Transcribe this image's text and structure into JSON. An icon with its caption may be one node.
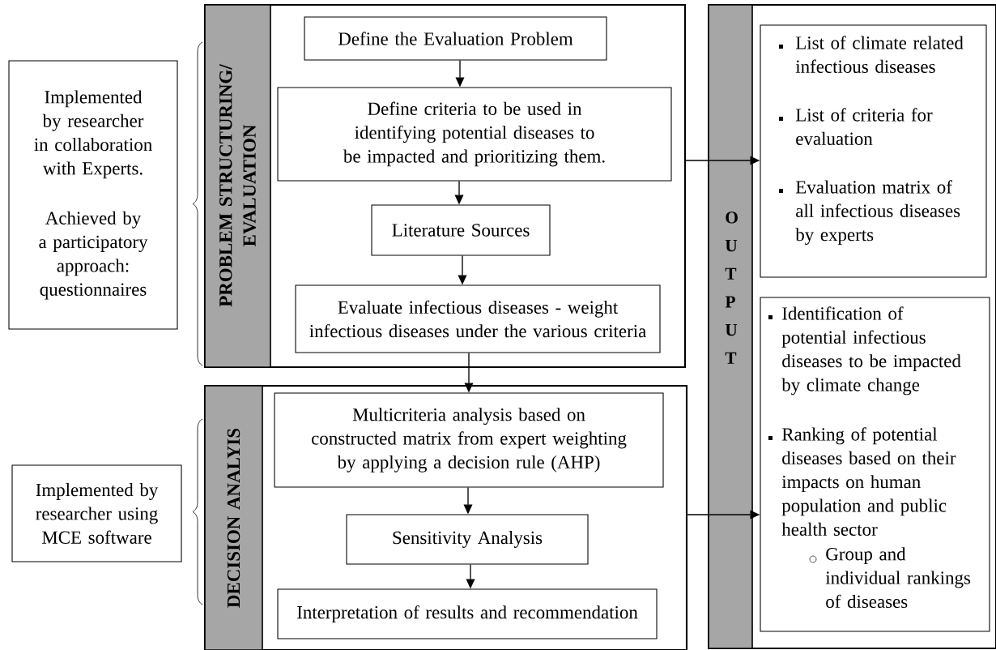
{
  "diagram": {
    "nodes": [
      {
        "text": [
          "PROBLEM STRUCTURING/ EVALUATION"
        ]
      },
      {
        "text": [
          "Define the Evaluation Problem"
        ],
        "in": 0
      },
      {
        "text": [
          "Define criteria to be used in identifying potential diseases to be impacted and prioritizing them."
        ],
        "in": 0
      },
      {
        "text": [
          "Literature Sources"
        ],
        "in": 0
      },
      {
        "text": [
          "Evaluate infectious diseases - weight infectious diseases under the various criteria"
        ],
        "in": 0
      },
      {
        "text": [
          "DECISION ANALYIS"
        ]
      },
      {
        "text": [
          "Multicriteria analysis based on constructed matrix from expert weighting by applying a decision rule (AHP)"
        ],
        "in": 5
      },
      {
        "text": [
          "Sensitivity Analysis"
        ],
        "in": 5
      },
      {
        "text": [
          "Interpretation of results and recommendation"
        ],
        "in": 5
      },
      {
        "text": [
          "O U T P U T"
        ]
      },
      {
        "text": [
          "List of climate related infectious diseases",
          "List of criteria for evaluation",
          "Evaluation matrix of all infectious diseases by experts"
        ],
        "in": 9
      },
      {
        "text": [
          "Identification of potential infectious diseases to be impacted by climate change",
          "Ranking of potential diseases based on their impacts on human population and public health sector",
          "Group and individual rankings of diseases"
        ],
        "in": 9
      },
      {
        "text": [
          "Implemented by researcher in collaboration with Experts.",
          "Achieved by a participatory approach: questionnaires"
        ]
      },
      {
        "text": [
          "Implemented by researcher using MCE software"
        ]
      }
    ],
    "edges": [
      {
        "from": 1,
        "to": 2,
        "arrow": "to"
      },
      {
        "from": 2,
        "to": 3,
        "arrow": "to"
      },
      {
        "from": 3,
        "to": 4,
        "arrow": "to"
      },
      {
        "from": 4,
        "to": 6,
        "arrow": "to"
      },
      {
        "from": 6,
        "to": 7,
        "arrow": "to"
      },
      {
        "from": 7,
        "to": 8,
        "arrow": "to"
      },
      {
        "from": 0,
        "to": 10,
        "arrow": "to"
      },
      {
        "from": 5,
        "to": 11,
        "arrow": "to"
      }
    ]
  }
}
